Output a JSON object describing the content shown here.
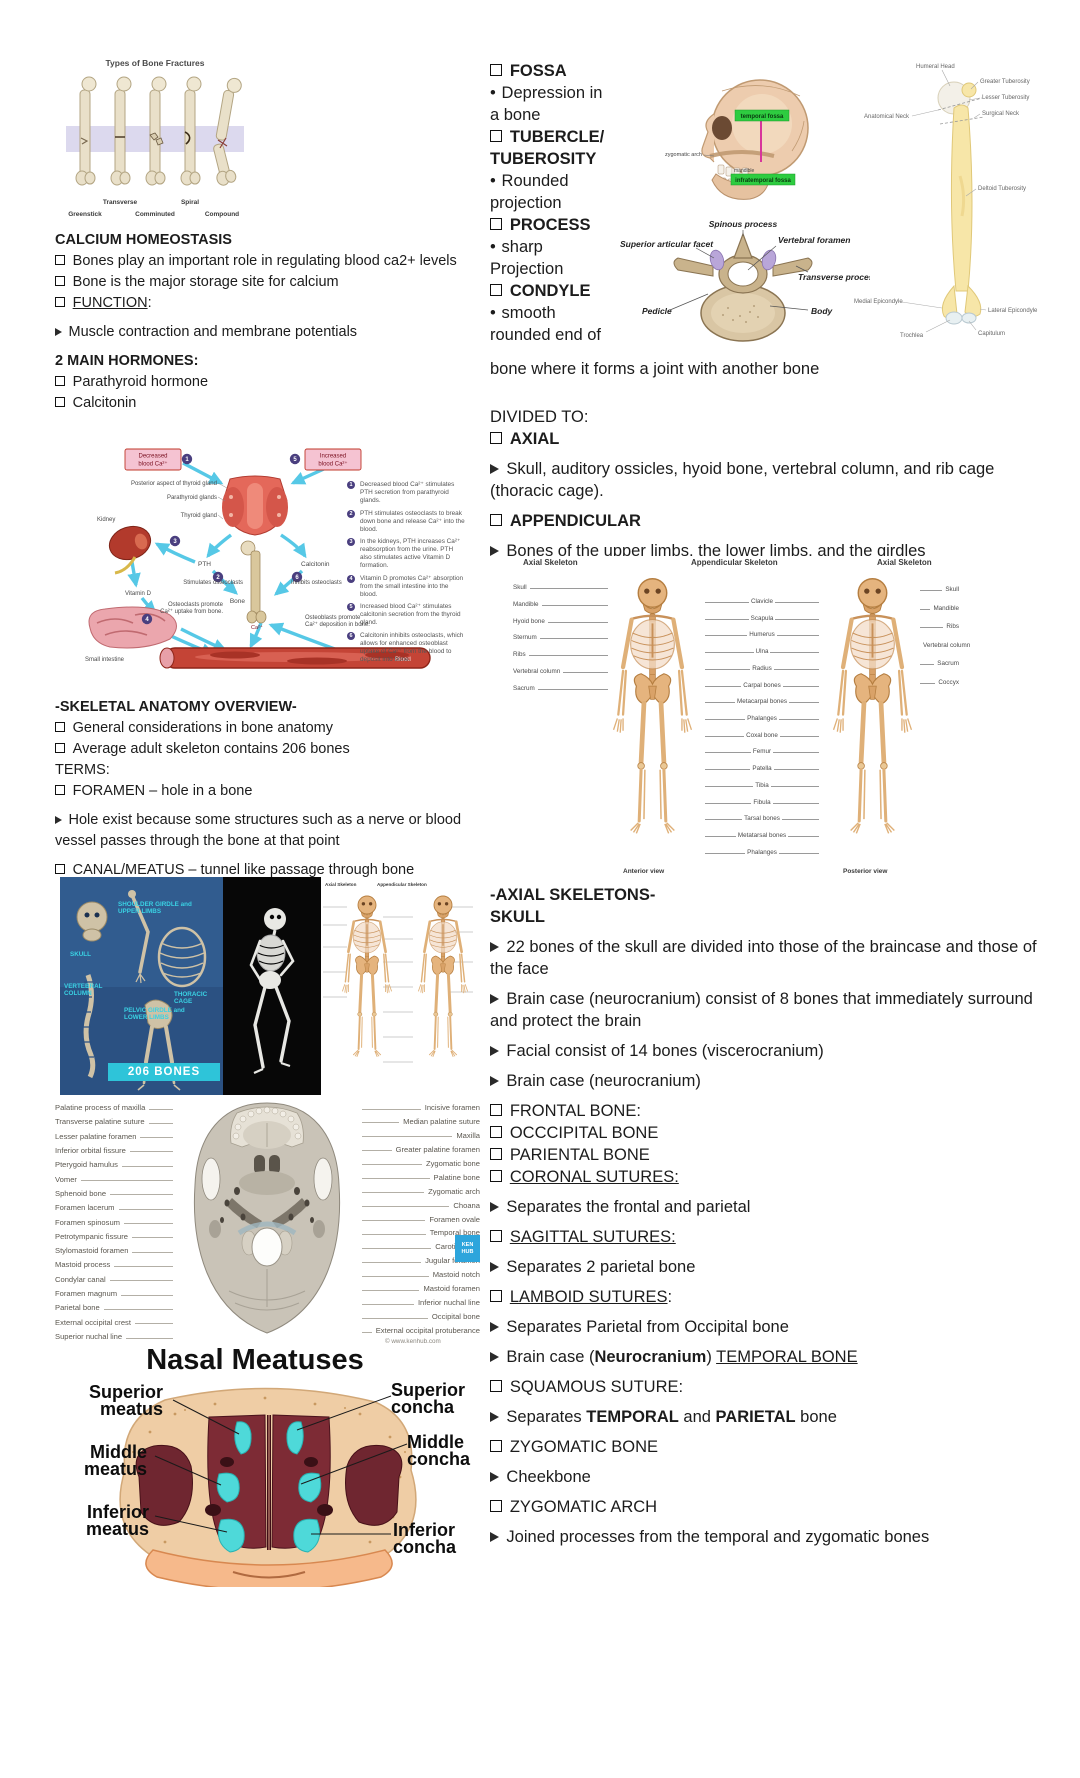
{
  "left": {
    "fractures": {
      "title": "Types of Bone Fractures",
      "greenstick": "Greenstick",
      "transverse": "Transverse",
      "comminuted": "Comminuted",
      "spiral": "Spiral",
      "compound": "Compound"
    },
    "calcium_block": {
      "lines": [
        {
          "cls": "h",
          "t": "CALCIUM HOMEOSTASIS",
          "name": "calcium-homeostasis-heading"
        },
        {
          "b": "checkbox",
          "t": "Bones play an important role in regulating blood ca2+ levels"
        },
        {
          "b": "checkbox",
          "t": "Bone is the major storage site for calcium"
        },
        {
          "b": "checkbox",
          "seg": [
            {
              "t": "FUNCTION",
              "u": true
            },
            {
              "t": ":"
            }
          ]
        },
        {
          "b": "arrow",
          "cls": "sp",
          "t": "Muscle contraction and membrane potentials"
        },
        {
          "cls": "h",
          "t": "2 MAIN HORMONES:",
          "name": "hormones-heading"
        },
        {
          "b": "checkbox",
          "t": "Parathyroid hormone"
        },
        {
          "b": "checkbox",
          "t": "Calcitonin"
        }
      ]
    },
    "calcium_diagram": {
      "box_decreased_1": "Decreased",
      "box_decreased_2": "blood Ca²⁺",
      "box_increased_1": "Increased",
      "box_increased_2": "blood Ca²⁺",
      "lbl_posterior": "Posterior aspect of thyroid gland",
      "lbl_parathyroid": "Parathyroid glands",
      "lbl_thyroid": "Thyroid gland",
      "lbl_kidney": "Kidney",
      "lbl_pth": "PTH",
      "lbl_calcitonin": "Calcitonin",
      "lbl_stimulates": "Stimulates osteoclasts",
      "lbl_inhibits": "Inhibits osteoclasts",
      "lbl_vitd": "Vitamin D",
      "lbl_bone": "Bone",
      "lbl_osteoclasts_1": "Osteoclasts promote",
      "lbl_osteoclasts_2": "Ca²⁺ uptake from bone.",
      "lbl_osteoblasts_1": "Osteoblasts promote",
      "lbl_osteoblasts_2": "Ca²⁺ deposition in bone.",
      "lbl_small_intestine": "Small intestine",
      "lbl_blood": "Blood",
      "lbl_ca": "Ca²⁺",
      "steps": [
        "Decreased blood Ca²⁺ stimulates PTH secretion from parathyroid glands.",
        "PTH stimulates osteoclasts to break down bone and release Ca²⁺ into the blood.",
        "In the kidneys, PTH increases Ca²⁺ reabsorption from the urine. PTH also stimulates active Vitamin D formation.",
        "Vitamin D promotes Ca²⁺ absorption from the small intestine into the blood.",
        "Increased blood Ca²⁺ stimulates calcitonin secretion from the thyroid gland.",
        "Calcitonin inhibits osteoclasts, which allows for enhanced osteoblast uptake of Ca²⁺ from the blood to deposit into bone."
      ]
    },
    "skeletal_block": {
      "lines": [
        {
          "cls": "h",
          "t": "-SKELETAL ANATOMY OVERVIEW-",
          "name": "skeletal-overview-heading"
        },
        {
          "b": "checkbox",
          "t": "General considerations in bone anatomy"
        },
        {
          "b": "checkbox",
          "t": "Average adult skeleton contains 206 bones"
        },
        {
          "t": "TERMS:"
        },
        {
          "b": "checkbox",
          "t": "FORAMEN – hole in a bone"
        },
        {
          "b": "arrow",
          "cls": "sp",
          "t": "Hole exist because some structures such as a nerve or blood vessel passes through the bone at that point"
        },
        {
          "b": "checkbox",
          "t": "CANAL/MEATUS – tunnel like passage through bone"
        }
      ]
    },
    "bones206": {
      "skull": "SKULL",
      "shoulder": "SHOULDER GIRDLE and UPPER LIMBS",
      "vertebral": "VERTEBRAL COLUMN",
      "thoracic": "THORACIC CAGE",
      "pelvic": "PELVIC GIRDLE and LOWER LIMBS",
      "banner": "206 BONES"
    },
    "skull_base": {
      "labels_left": [
        "Palatine process of maxilla",
        "Transverse palatine suture",
        "Lesser palatine foramen",
        "Inferior orbital fissure",
        "Pterygoid hamulus",
        "Vomer",
        "Sphenoid bone",
        "Foramen lacerum",
        "Foramen spinosum",
        "Petrotympanic fissure",
        "Stylomastoid foramen",
        "Mastoid process",
        "Condylar canal",
        "Foramen magnum",
        "Parietal bone",
        "External occipital crest",
        "Superior nuchal line"
      ],
      "labels_right": [
        "Incisive foramen",
        "Median palatine suture",
        "Maxilla",
        "Greater palatine foramen",
        "Zygomatic bone",
        "Palatine bone",
        "Zygomatic arch",
        "Choana",
        "Foramen ovale",
        "Temporal bone",
        "Carotid canal",
        "Jugular foramen",
        "Mastoid notch",
        "Mastoid foramen",
        "Inferior nuchal line",
        "Occipital bone",
        "External occipital protuberance"
      ],
      "watermark": "© www.kenhub.com",
      "logo": "KEN HUB"
    },
    "nasal": {
      "title": "Nasal Meatuses",
      "sup_meatus": "Superior meatus",
      "mid_meatus": "Middle meatus",
      "inf_meatus": "Inferior meatus",
      "sup_concha": "Superior concha",
      "mid_concha": "Middle concha",
      "inf_concha": "Inferior concha"
    }
  },
  "right": {
    "fossa_block": {
      "lines": [
        {
          "b": "checkbox",
          "seg": [
            {
              "t": "FOSSA",
              "bd": true
            }
          ]
        },
        {
          "b": "dot",
          "t": "Depression in a bone"
        },
        {
          "b": "checkbox",
          "seg": [
            {
              "t": "TUBERCLE/ TUBEROSITY",
              "bd": true
            }
          ]
        },
        {
          "b": "dot",
          "t": "Rounded projection"
        },
        {
          "b": "checkbox",
          "seg": [
            {
              "t": "PROCESS",
              "bd": true
            }
          ]
        },
        {
          "b": "dot",
          "t": "sharp Projection"
        },
        {
          "b": "checkbox",
          "seg": [
            {
              "t": "CONDYLE",
              "bd": true
            }
          ]
        },
        {
          "b": "dot",
          "t": "smooth rounded end of"
        }
      ]
    },
    "condyle_cont": "bone where it forms a joint with another bone",
    "skull_fossa": {
      "temporal": "temporal fossa",
      "infratemporal": "infratemporal fossa",
      "zygomatic": "zygomatic arch",
      "mandible": "mandible"
    },
    "vertebra": {
      "spinous": "Spinous process",
      "facet": "Superior articular facet",
      "foramen": "Vertebral foramen",
      "transverse": "Transverse process",
      "pedicle": "Pedicle",
      "body": "Body"
    },
    "humerus": {
      "head": "Humeral Head",
      "greater": "Greater Tuberosity",
      "lesser": "Lesser Tuberosity",
      "anat_neck": "Anatomical Neck",
      "surg_neck": "Surgical Neck",
      "deltoid": "Deltoid Tuberosity",
      "med_epi": "Medial Epicondyle",
      "lat_epi": "Lateral Epicondyle",
      "trochlea": "Trochlea",
      "capitulum": "Capitulum"
    },
    "divided_block": {
      "lines": [
        {
          "t": "DIVIDED TO:"
        },
        {
          "b": "checkbox",
          "seg": [
            {
              "t": "AXIAL",
              "bd": true
            }
          ]
        },
        {
          "b": "arrow",
          "cls": "sp",
          "t": "Skull, auditory ossicles, hyoid bone, vertebral column, and rib cage (thoracic cage)."
        },
        {
          "b": "checkbox",
          "seg": [
            {
              "t": "APPENDICULAR",
              "bd": true
            }
          ]
        },
        {
          "b": "arrow",
          "cls": "sp",
          "t": "Bones of the upper limbs, the lower limbs, and the girdles"
        }
      ]
    },
    "skeleton_diagram": {
      "headers": [
        "Axial Skeleton",
        "Appendicular Skeleton",
        "Axial Skeleton"
      ],
      "labels_left": [
        "Skull",
        "Mandible",
        "Hyoid bone",
        "Sternum",
        "Ribs",
        "Vertebral column",
        "Sacrum"
      ],
      "labels_center": [
        "Clavicle",
        "Scapula",
        "Humerus",
        "Ulna",
        "Radius",
        "Carpal bones",
        "Metacarpal bones",
        "Phalanges",
        "Coxal bone",
        "Femur",
        "Patella",
        "Tibia",
        "Fibula",
        "Tarsal bones",
        "Metatarsal bones",
        "Phalanges"
      ],
      "labels_right": [
        "Skull",
        "Mandible",
        "Ribs",
        "Vertebral column",
        "Sacrum",
        "Coccyx"
      ],
      "anterior": "Anterior view",
      "posterior": "Posterior view"
    },
    "axial_block": {
      "lines": [
        {
          "cls": "h",
          "t": "-AXIAL SKELETONS-",
          "name": "axial-skeletons-heading"
        },
        {
          "cls": "h",
          "t": "SKULL",
          "name": "skull-heading"
        },
        {
          "b": "arrow",
          "cls": "sp",
          "t": "22 bones of the skull are divided into those of the braincase and those of the face"
        },
        {
          "b": "arrow",
          "cls": "sp",
          "t": "Brain case (neurocranium) consist of 8 bones that immediately surround and protect the brain"
        },
        {
          "b": "arrow",
          "cls": "sp",
          "t": "Facial consist of 14 bones (viscerocranium)"
        },
        {
          "b": "arrow",
          "cls": "sp",
          "t": "Brain case (neurocranium)"
        },
        {
          "b": "checkbox",
          "t": "FRONTAL BONE:"
        },
        {
          "b": "checkbox",
          "t": "OCCCIPITAL BONE"
        },
        {
          "b": "checkbox",
          "t": "PARIENTAL BONE"
        },
        {
          "b": "checkbox",
          "seg": [
            {
              "t": "CORONAL SUTURES:",
              "u": true
            }
          ]
        },
        {
          "b": "arrow",
          "cls": "sp",
          "t": "Separates the frontal and parietal"
        },
        {
          "b": "checkbox",
          "seg": [
            {
              "t": "SAGITTAL SUTURES:",
              "u": true
            }
          ]
        },
        {
          "b": "arrow",
          "cls": "sp",
          "t": "Separates 2 parietal bone"
        },
        {
          "b": "checkbox",
          "seg": [
            {
              "t": "LAMBOID SUTURES",
              "u": true
            },
            {
              "t": ":"
            }
          ]
        },
        {
          "b": "arrow",
          "cls": "sp",
          "t": "Separates Parietal from Occipital bone"
        },
        {
          "b": "arrow",
          "cls": "sp",
          "seg": [
            {
              "t": "Brain case ("
            },
            {
              "t": "Neurocranium",
              "bd": true
            },
            {
              "t": ") "
            },
            {
              "t": "TEMPORAL BONE",
              "u": true
            }
          ]
        },
        {
          "b": "checkbox",
          "t": "SQUAMOUS SUTURE:"
        },
        {
          "b": "arrow",
          "cls": "sp",
          "seg": [
            {
              "t": "Separates "
            },
            {
              "t": "TEMPORAL",
              "bd": true
            },
            {
              "t": " and "
            },
            {
              "t": "PARIETAL",
              "bd": true
            },
            {
              "t": " bone"
            }
          ]
        },
        {
          "b": "checkbox",
          "t": "ZYGOMATIC BONE"
        },
        {
          "b": "arrow",
          "cls": "sp",
          "t": "Cheekbone"
        },
        {
          "b": "checkbox",
          "t": "ZYGOMATIC ARCH"
        },
        {
          "b": "arrow",
          "cls": "sp",
          "t": "Joined processes from the temporal and zygomatic bones"
        }
      ]
    }
  }
}
